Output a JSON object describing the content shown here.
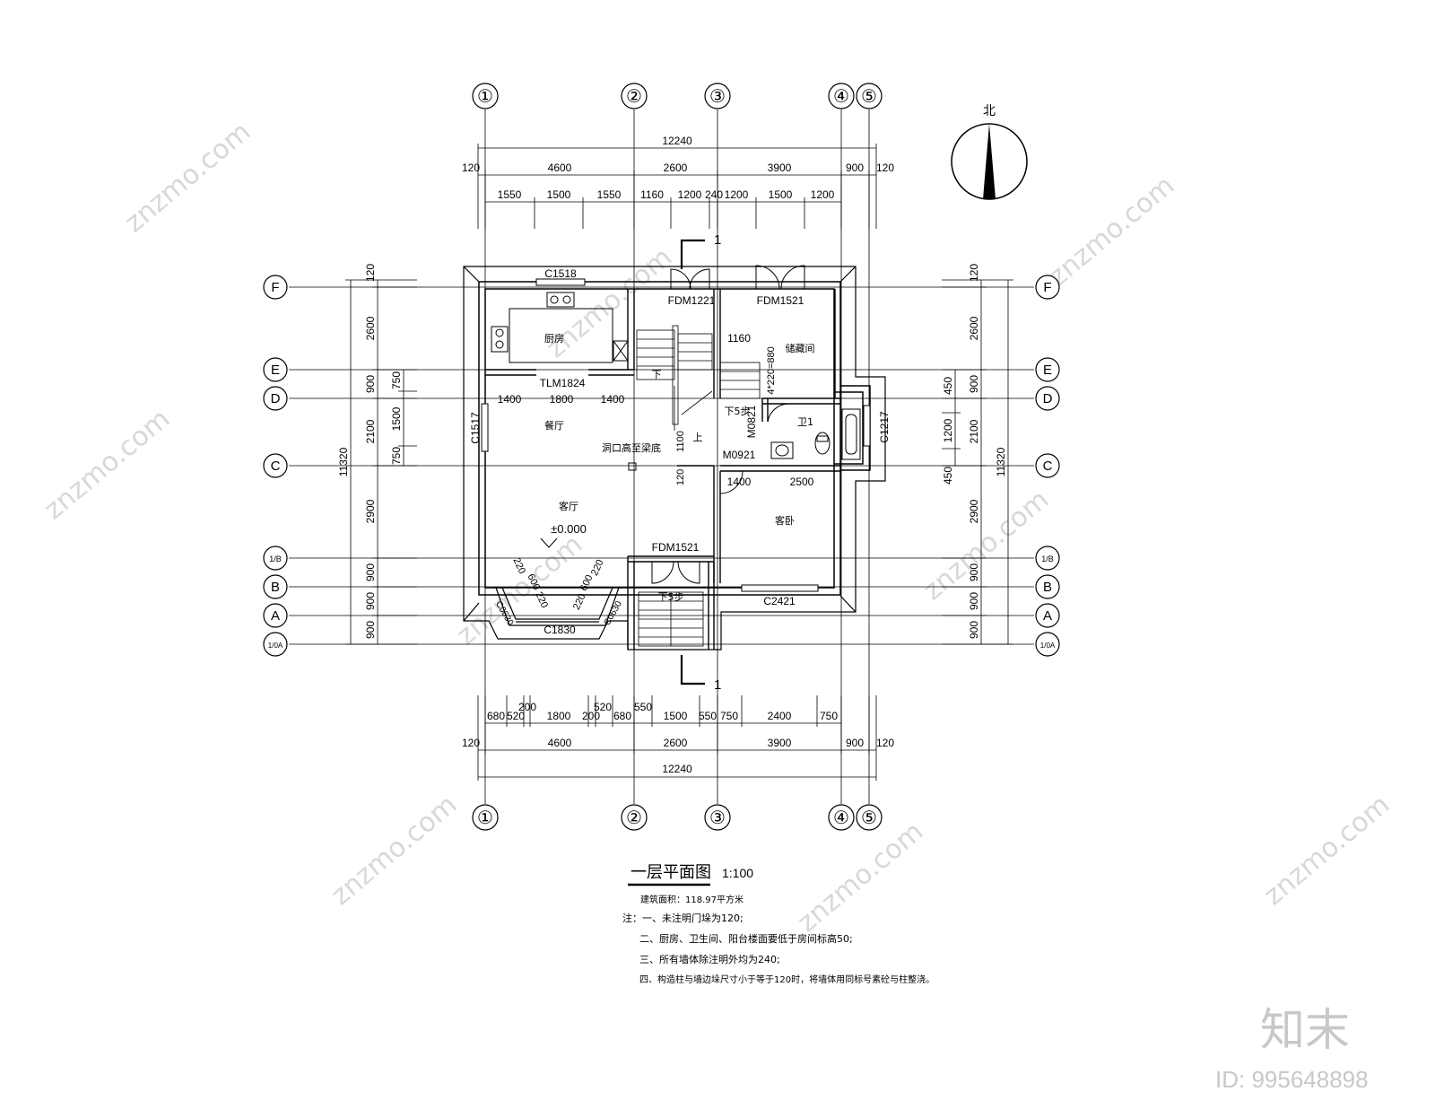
{
  "watermark": {
    "text": "znzmo.com",
    "brand": "知末",
    "id": "ID: 995648898"
  },
  "north": {
    "label": "北"
  },
  "axes": {
    "cols": [
      "①",
      "②",
      "③",
      "④",
      "⑤"
    ],
    "rows": [
      "F",
      "E",
      "D",
      "C",
      "1/B",
      "B",
      "A",
      "1/0A"
    ]
  },
  "top_dims": {
    "overall": "12240",
    "row2": [
      "120",
      "4600",
      "2600",
      "3900",
      "900",
      "120"
    ],
    "row3": [
      "1550",
      "1500",
      "1550",
      "1160",
      "1200",
      "240",
      "1200",
      "1500",
      "1200"
    ]
  },
  "bottom_dims": {
    "row1": [
      "680",
      "520",
      "200",
      "1800",
      "200",
      "520",
      "680",
      "550",
      "1500",
      "550",
      "750",
      "2400",
      "750"
    ],
    "row2": [
      "120",
      "4600",
      "2600",
      "3900",
      "900",
      "120"
    ],
    "overall": "12240"
  },
  "left_dims": {
    "outer": [
      "120",
      "2600",
      "900",
      "2100",
      "2900",
      "900",
      "900",
      "900"
    ],
    "inner": [
      "750",
      "1500",
      "750"
    ],
    "overall": "11320"
  },
  "right_dims": {
    "outer": [
      "120",
      "2600",
      "900",
      "2100",
      "2900",
      "900",
      "900",
      "900"
    ],
    "inner": [
      "450",
      "1200",
      "450"
    ],
    "overall": "11320"
  },
  "section_mark": "1",
  "rooms": {
    "kitchen": "厨房",
    "dining": "餐厅",
    "living": "客厅",
    "living_level": "±0.000",
    "storage": "储藏间",
    "bath": "卫1",
    "guest": "客卧",
    "opening_note": "洞口高至梁底",
    "stair_down": "下",
    "stair_up": "上",
    "down5_a": "下5步",
    "down5_b": "下5步"
  },
  "labels": {
    "c1518": "C1518",
    "fdm1221": "FDM1221",
    "fdm1521_top": "FDM1521",
    "tlm1824": "TLM1824",
    "c1517": "C1517",
    "m0821": "M0821",
    "m0921": "M0921",
    "c1217": "C1217",
    "fdm1521_mid": "FDM1521",
    "c2421": "C2421",
    "c1830": "C1830",
    "c0630a": "C0630",
    "c0630b": "C0630",
    "d1160": "1160",
    "d4x220": "4*220=880",
    "d1400a": "1400",
    "d1800": "1800",
    "d1400b": "1400",
    "d1100": "1100",
    "d120": "120",
    "d1400c": "1400",
    "d2500": "2500",
    "d220a": "220",
    "d600a": "600",
    "d220b": "220",
    "d220c": "220",
    "d600b": "600",
    "d220d": "220"
  },
  "title": {
    "main": "一层平面图",
    "scale": "1:100",
    "area": "建筑面积：118.97平方米",
    "notes": [
      "注：一、未注明门垛为120;",
      "二、厨房、卫生间、阳台楼面要低于房间标高50;",
      "三、所有墙体除注明外均为240;",
      "四、构造柱与墙边垛尺寸小于等于120时，将墙体用同标号素砼与柱整浇。"
    ]
  }
}
